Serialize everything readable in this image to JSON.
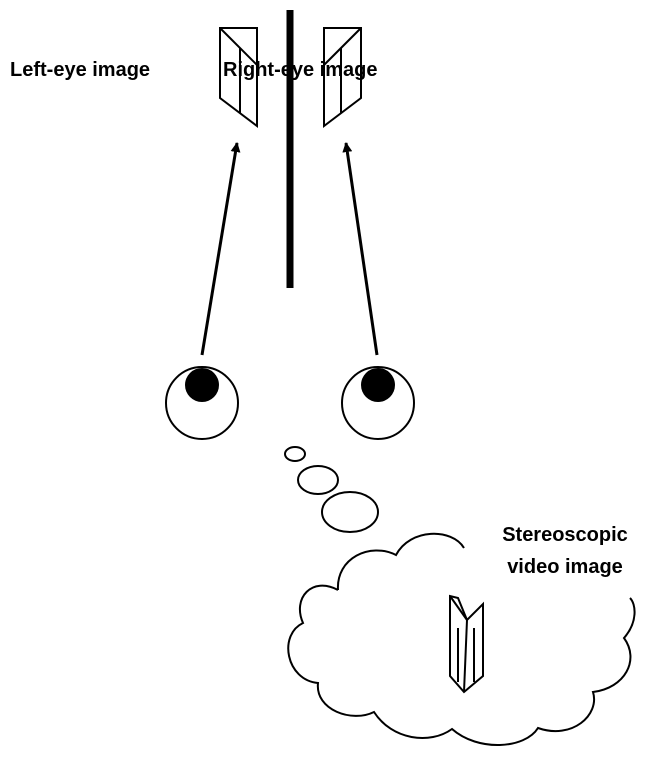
{
  "labels": {
    "left_eye": "Left-eye image",
    "right_eye": "Right-eye image",
    "stereo_line1": "Stereoscopic",
    "stereo_line2": "video image"
  },
  "colors": {
    "ink": "#000000",
    "background": "#ffffff"
  }
}
